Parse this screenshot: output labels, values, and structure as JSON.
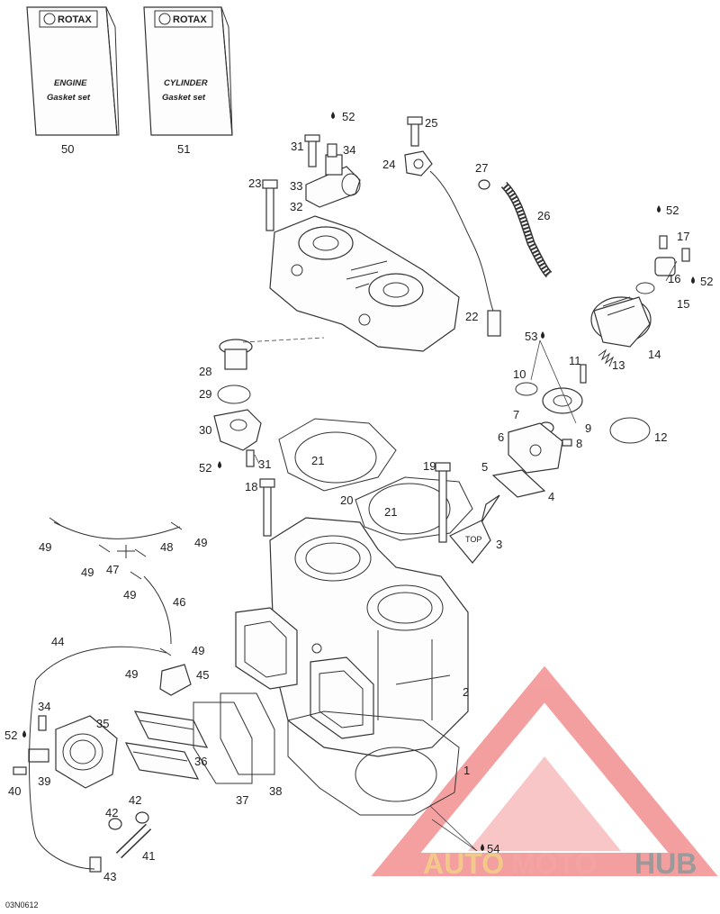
{
  "kits": [
    {
      "brand": "ROTAX",
      "line1": "ENGINE",
      "line2": "Gasket set",
      "callout": "50"
    },
    {
      "brand": "ROTAX",
      "line1": "CYLINDER",
      "line2": "Gasket set",
      "callout": "51"
    }
  ],
  "callouts": {
    "c1": "1",
    "c2": "2",
    "c3": "3",
    "c4": "4",
    "c5": "5",
    "c6": "6",
    "c7": "7",
    "c8": "8",
    "c9": "9",
    "c10": "10",
    "c11": "11",
    "c12": "12",
    "c13": "13",
    "c14": "14",
    "c15": "15",
    "c16": "16",
    "c17": "17",
    "c18": "18",
    "c19": "19",
    "c20": "20",
    "c21a": "21",
    "c21b": "21",
    "c22": "22",
    "c23": "23",
    "c24": "24",
    "c25": "25",
    "c26": "26",
    "c27": "27",
    "c28": "28",
    "c29": "29",
    "c30": "30",
    "c31a": "31",
    "c31b": "31",
    "c32": "32",
    "c33": "33",
    "c34a": "34",
    "c34b": "34",
    "c35": "35",
    "c36": "36",
    "c37": "37",
    "c38": "38",
    "c39": "39",
    "c40": "40",
    "c41": "41",
    "c42a": "42",
    "c42b": "42",
    "c43": "43",
    "c44": "44",
    "c45": "45",
    "c46": "46",
    "c47": "47",
    "c48": "48",
    "c49a": "49",
    "c49b": "49",
    "c49c": "49",
    "c49d": "49",
    "c49e": "49",
    "c49f": "49",
    "c52a": "52",
    "c52b": "52",
    "c52c": "52",
    "c52d": "52",
    "c52e": "52",
    "c53": "53",
    "c54": "54"
  },
  "piston_mark": "TOP",
  "reference_code": "03N0612",
  "watermark": {
    "part1": "AUTO",
    "part2": "MOTO",
    "part3": "HUB"
  },
  "colors": {
    "watermark_red": "#f08080",
    "watermark_orange": "#f2c98a",
    "watermark_gray": "#9a9a9a",
    "ink": "#333333"
  }
}
